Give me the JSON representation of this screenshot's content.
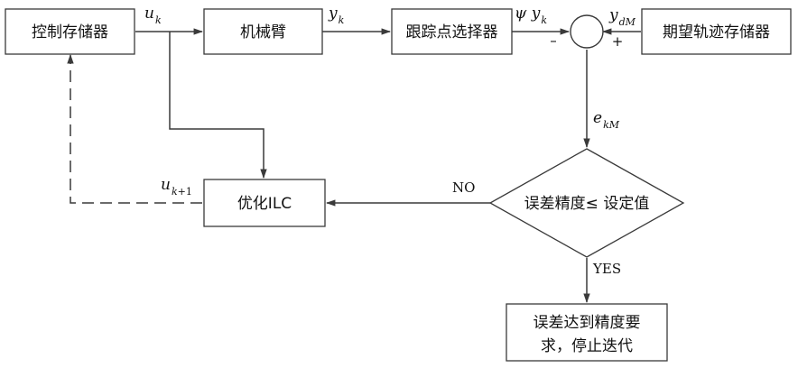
{
  "blocks": {
    "control_memory": "控制存储器",
    "robot_arm": "机械臂",
    "tracking_point_selector": "跟踪点选择器",
    "desired_trajectory_memory": "期望轨迹存储器",
    "optimized_ilc": "优化ILC",
    "decision": "误差精度≤ 设定值",
    "stop_line1": "误差达到精度要",
    "stop_line2": "求，停止迭代"
  },
  "signals": {
    "u_k": {
      "base": "u",
      "sub": "k"
    },
    "y_k": {
      "base": "y",
      "sub": "k"
    },
    "psi_y_k": {
      "base": "ψ y",
      "sub": "k"
    },
    "y_dM": {
      "base": "y",
      "sub": "dM"
    },
    "e_kM": {
      "base": "e",
      "sub": "kM"
    },
    "u_k1": {
      "base": "u",
      "sub": "k",
      "sub_op": "+1"
    }
  },
  "branches": {
    "no": "NO",
    "yes": "YES"
  },
  "summing_junction": {
    "minus": "–",
    "plus": "+"
  }
}
